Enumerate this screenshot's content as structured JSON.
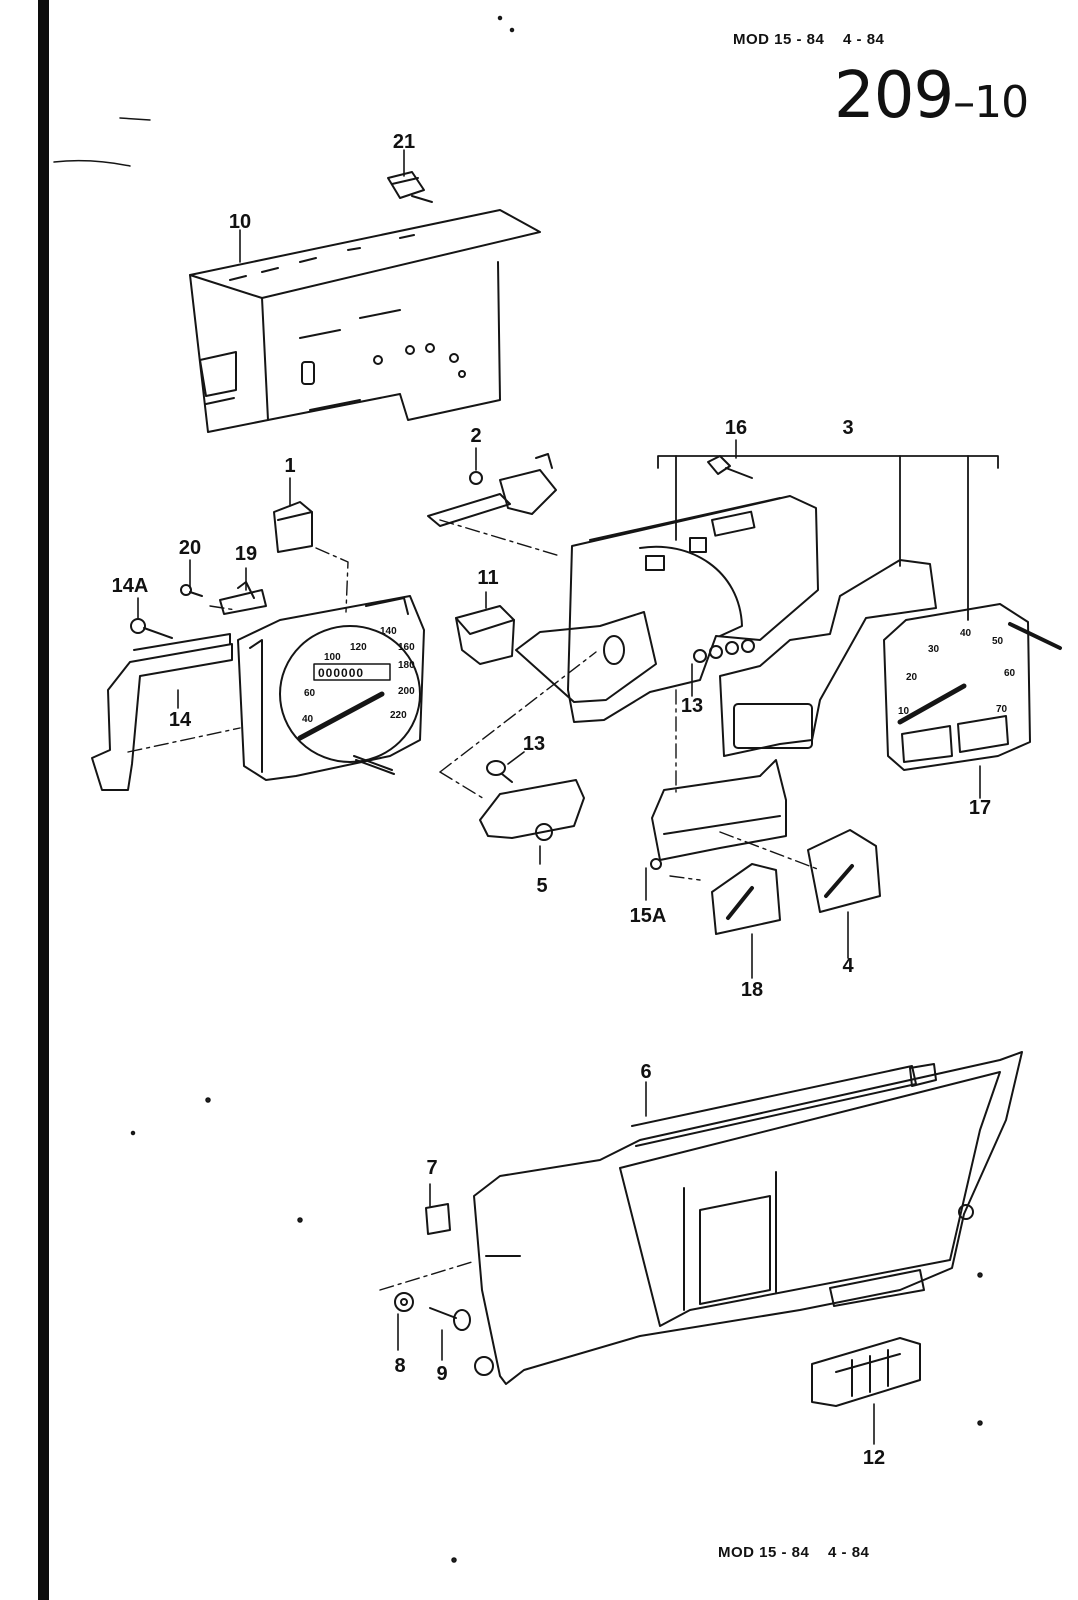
{
  "header": {
    "top_code": "MOD 15 - 84    4 - 84",
    "bottom_code": "MOD 15 - 84    4 - 84"
  },
  "page": {
    "number": "209",
    "suffix": "–10"
  },
  "callouts": {
    "c1": "1",
    "c2": "2",
    "c3": "3",
    "c4": "4",
    "c5": "5",
    "c6": "6",
    "c7": "7",
    "c8": "8",
    "c9": "9",
    "c10": "10",
    "c11": "11",
    "c12": "12",
    "c13a": "13",
    "c13b": "13",
    "c14": "14",
    "c14a": "14A",
    "c15a": "15A",
    "c16": "16",
    "c17": "17",
    "c18": "18",
    "c19": "19",
    "c20": "20",
    "c21": "21"
  },
  "speedometer_dial": {
    "scale": [
      "40",
      "60",
      "100",
      "120",
      "140",
      "160",
      "180",
      "200",
      "220"
    ],
    "odometer": "000000"
  },
  "tachometer_dial": {
    "scale": [
      "10",
      "20",
      "30",
      "40",
      "50",
      "60",
      "70"
    ]
  }
}
